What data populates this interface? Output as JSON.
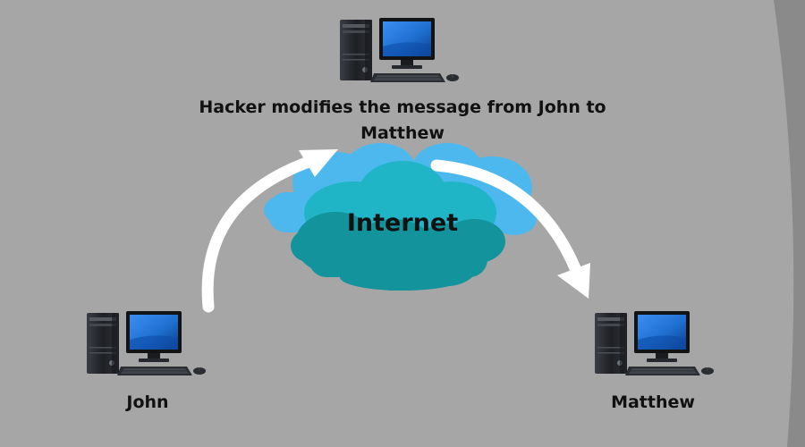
{
  "nodes": {
    "hacker": {
      "caption": "Hacker modifies the message from John to Matthew"
    },
    "john": {
      "label": "John"
    },
    "matthew": {
      "label": "Matthew"
    },
    "internet": {
      "label": "Internet"
    }
  },
  "icons": {
    "computer": "desktop-computer-icon",
    "cloud": "cloud-icon",
    "arrow": "curved-arrow-icon"
  },
  "colors": {
    "background": "#a6a6a6",
    "background_edge": "#8a8a8a",
    "cloud_back": "#4db8ee",
    "cloud_mid": "#1fb5c6",
    "cloud_front": "#13939c",
    "arrow": "#ffffff",
    "monitor_screen": "#1f6fd1",
    "tower": "#1e2024",
    "text": "#111111"
  }
}
